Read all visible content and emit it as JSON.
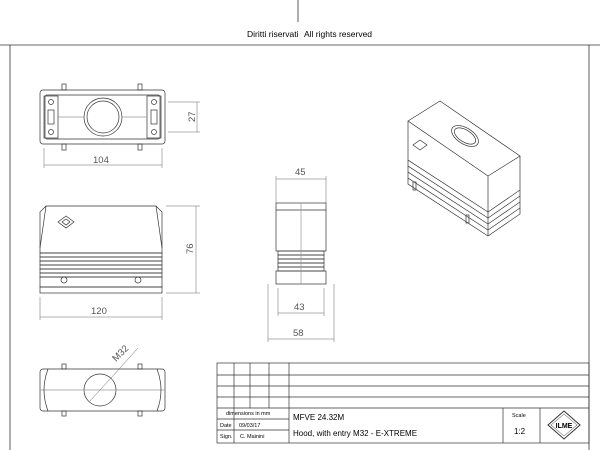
{
  "header": {
    "rights_it": "Diritti riservati",
    "rights_en": "All rights reserved"
  },
  "dimensions": {
    "top_width": "104",
    "top_height": "27",
    "front_height": "76",
    "front_width": "120",
    "side_top": "45",
    "side_inner": "43",
    "side_bottom": "58",
    "thread": "M32"
  },
  "title_block": {
    "units_note": "dimensions in mm",
    "date_label": "Date",
    "date_value": "09/03/17",
    "sign_label": "Sign.",
    "sign_value": "C. Mainini",
    "part_code": "MFVE 24.32M",
    "description": "Hood, with  entry M32 - E-XTREME",
    "scale_label": "Scale",
    "scale_value": "1:2",
    "logo_text": "ILME"
  },
  "colors": {
    "line": "#333333",
    "light_line": "#777777",
    "dim_text": "#555555"
  }
}
